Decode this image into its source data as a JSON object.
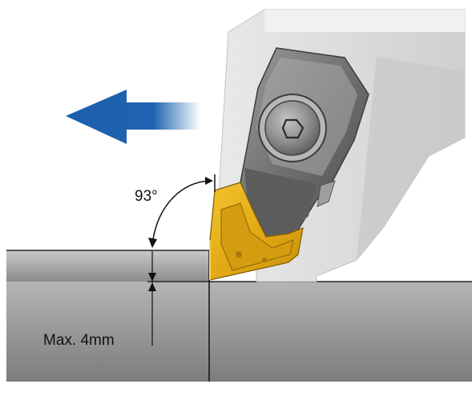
{
  "diagram": {
    "angle_label": "93°",
    "depth_label": "Max. 4mm",
    "feed_direction": "left"
  },
  "colors": {
    "background": "#ffffff",
    "workpiece_light": "#bdbdbd",
    "workpiece_dark": "#7a7a7a",
    "tool_body": "#d9d9d9",
    "insert_gold": "#e8b21a",
    "arrow_blue": "#1f63b0",
    "line": "#111111"
  },
  "icons": {
    "feed_arrow": "arrow-left-icon",
    "screw": "torx-screw-icon"
  }
}
